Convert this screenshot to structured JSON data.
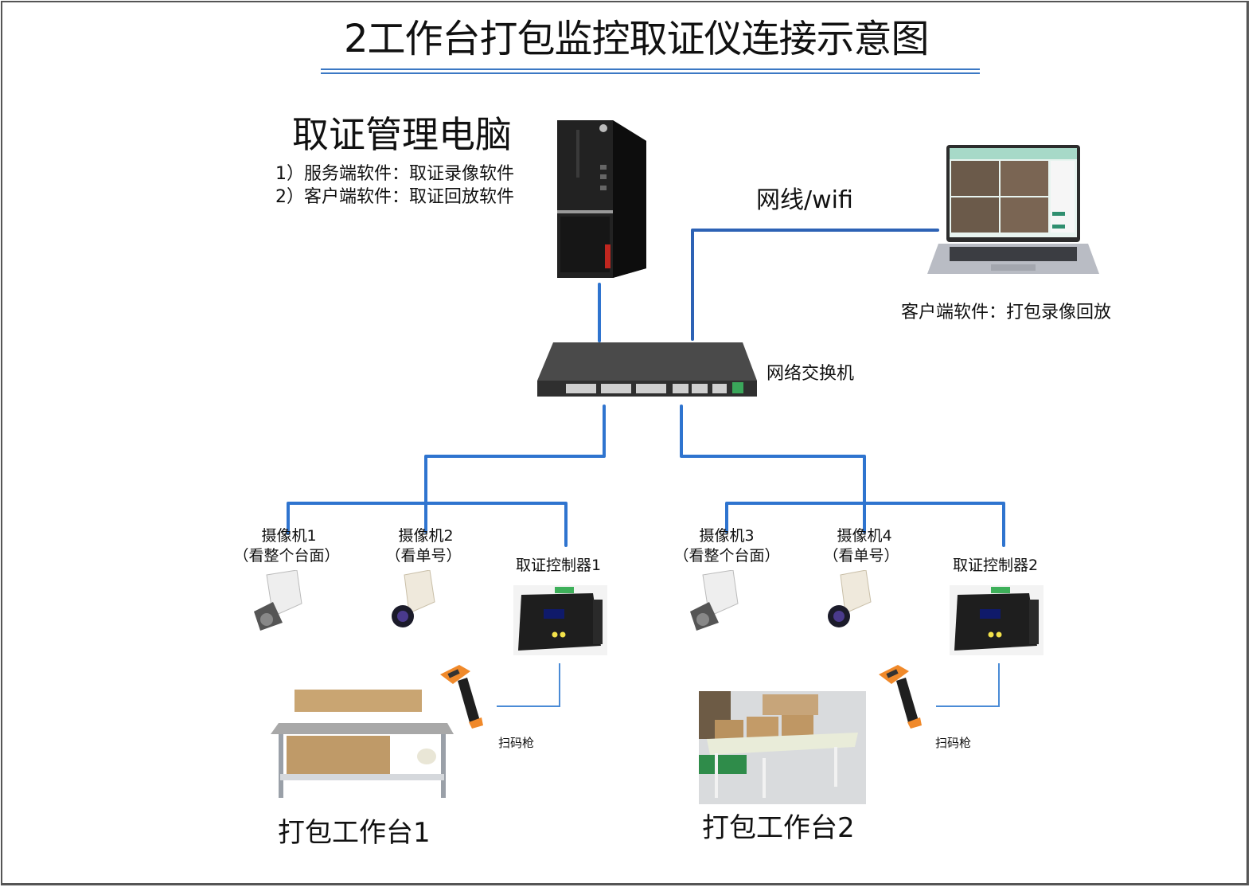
{
  "title": "2工作台打包监控取证仪连接示意图",
  "colors": {
    "wire": "#2f74cf",
    "wire_thin": "#4a8bd6",
    "title_rule": "#3b78c4",
    "frame": "#555555",
    "text": "#111111"
  },
  "management_pc": {
    "title": "取证管理电脑",
    "software": [
      "1）服务端软件：取证录像软件",
      "2）客户端软件：取证回放软件"
    ],
    "icon": "desktop-tower-icon"
  },
  "laptop": {
    "connection_label": "网线/wifi",
    "caption": "客户端软件：打包录像回放",
    "icon": "laptop-icon"
  },
  "switch": {
    "label": "网络交换机",
    "icon": "network-switch-icon"
  },
  "workstations": [
    {
      "name": "打包工作台1",
      "cameras": [
        {
          "label": "摄像机1",
          "note": "（看整个台面）",
          "icon": "bullet-camera-icon"
        },
        {
          "label": "摄像机2",
          "note": "（看单号）",
          "icon": "box-camera-icon"
        }
      ],
      "controller": {
        "label": "取证控制器1",
        "icon": "controller-box-icon"
      },
      "scanner": {
        "label": "扫码枪",
        "icon": "barcode-scanner-icon"
      },
      "table_icon": "packing-table-icon"
    },
    {
      "name": "打包工作台2",
      "cameras": [
        {
          "label": "摄像机3",
          "note": "（看整个台面）",
          "icon": "bullet-camera-icon"
        },
        {
          "label": "摄像机4",
          "note": "（看单号）",
          "icon": "box-camera-icon"
        }
      ],
      "controller": {
        "label": "取证控制器2",
        "icon": "controller-box-icon"
      },
      "scanner": {
        "label": "扫码枪",
        "icon": "barcode-scanner-icon"
      },
      "table_icon": "packing-table-icon"
    }
  ]
}
